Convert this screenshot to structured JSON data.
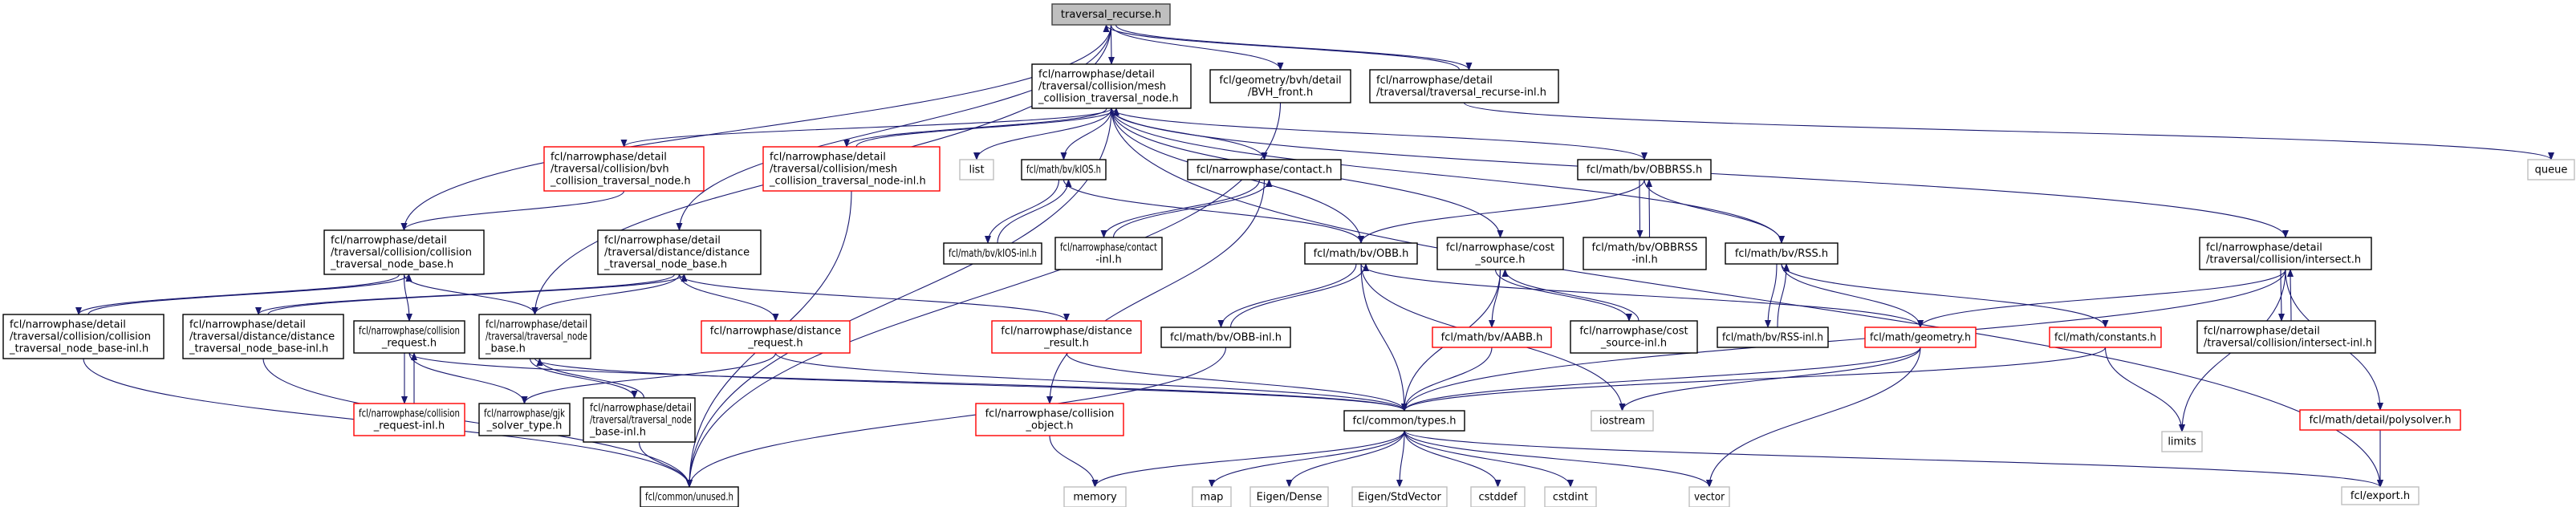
{
  "title": "traversal_recurse.h include dependency graph",
  "colors": {
    "edge": "#191970",
    "root_fill": "#bfbfbf",
    "missing_doc_border": "#ff0000",
    "external_border": "#bfbfbf"
  },
  "nodes": [
    {
      "id": "root",
      "lines": [
        "traversal_recurse.h"
      ],
      "style": "root"
    },
    {
      "id": "mesh",
      "lines": [
        "fcl/narrowphase/detail",
        "/traversal/collision/mesh",
        "_collision_traversal_node.h"
      ],
      "style": "normal",
      "align": "left"
    },
    {
      "id": "bvhfront",
      "lines": [
        "fcl/geometry/bvh/detail",
        "/BVH_front.h"
      ],
      "style": "normal"
    },
    {
      "id": "recinl",
      "lines": [
        "fcl/narrowphase/detail",
        "/traversal/traversal_recurse-inl.h"
      ],
      "style": "normal",
      "align": "left"
    },
    {
      "id": "bvh",
      "lines": [
        "fcl/narrowphase/detail",
        "/traversal/collision/bvh",
        "_collision_traversal_node.h"
      ],
      "style": "red",
      "align": "left"
    },
    {
      "id": "meshinl",
      "lines": [
        "fcl/narrowphase/detail",
        "/traversal/collision/mesh",
        "_collision_traversal_node-inl.h"
      ],
      "style": "red",
      "align": "left"
    },
    {
      "id": "list",
      "lines": [
        "list"
      ],
      "style": "grey"
    },
    {
      "id": "kios",
      "lines": [
        "fcl/math/bv/kIOS.h"
      ],
      "style": "normal"
    },
    {
      "id": "contact",
      "lines": [
        "fcl/narrowphase/contact.h"
      ],
      "style": "normal"
    },
    {
      "id": "obbrss",
      "lines": [
        "fcl/math/bv/OBBRSS.h"
      ],
      "style": "normal"
    },
    {
      "id": "queue",
      "lines": [
        "queue"
      ],
      "style": "grey"
    },
    {
      "id": "ctnb",
      "lines": [
        "fcl/narrowphase/detail",
        "/traversal/collision/collision",
        "_traversal_node_base.h"
      ],
      "style": "normal",
      "align": "left"
    },
    {
      "id": "dtnb",
      "lines": [
        "fcl/narrowphase/detail",
        "/traversal/distance/distance",
        "_traversal_node_base.h"
      ],
      "style": "normal",
      "align": "left"
    },
    {
      "id": "kiosinl",
      "lines": [
        "fcl/math/bv/kIOS-inl.h"
      ],
      "style": "normal"
    },
    {
      "id": "contactinl",
      "lines": [
        "fcl/narrowphase/contact",
        "-inl.h"
      ],
      "style": "normal"
    },
    {
      "id": "obb",
      "lines": [
        "fcl/math/bv/OBB.h"
      ],
      "style": "normal"
    },
    {
      "id": "cost",
      "lines": [
        "fcl/narrowphase/cost",
        "_source.h"
      ],
      "style": "normal"
    },
    {
      "id": "obbrssinl",
      "lines": [
        "fcl/math/bv/OBBRSS",
        "-inl.h"
      ],
      "style": "normal"
    },
    {
      "id": "rss",
      "lines": [
        "fcl/math/bv/RSS.h"
      ],
      "style": "normal"
    },
    {
      "id": "intersect",
      "lines": [
        "fcl/narrowphase/detail",
        "/traversal/collision/intersect.h"
      ],
      "style": "normal",
      "align": "left"
    },
    {
      "id": "ctnbinl",
      "lines": [
        "fcl/narrowphase/detail",
        "/traversal/collision/collision",
        "_traversal_node_base-inl.h"
      ],
      "style": "normal",
      "align": "left"
    },
    {
      "id": "dtnbinl",
      "lines": [
        "fcl/narrowphase/detail",
        "/traversal/distance/distance",
        "_traversal_node_base-inl.h"
      ],
      "style": "normal",
      "align": "left"
    },
    {
      "id": "creq",
      "lines": [
        "fcl/narrowphase/collision",
        "_request.h"
      ],
      "style": "normal"
    },
    {
      "id": "tnb",
      "lines": [
        "fcl/narrowphase/detail",
        "/traversal/traversal_node",
        "_base.h"
      ],
      "style": "normal",
      "align": "left"
    },
    {
      "id": "dreq",
      "lines": [
        "fcl/narrowphase/distance",
        "_request.h"
      ],
      "style": "red"
    },
    {
      "id": "dres",
      "lines": [
        "fcl/narrowphase/distance",
        "_result.h"
      ],
      "style": "red"
    },
    {
      "id": "obbinl",
      "lines": [
        "fcl/math/bv/OBB-inl.h"
      ],
      "style": "normal"
    },
    {
      "id": "aabb",
      "lines": [
        "fcl/math/bv/AABB.h"
      ],
      "style": "red"
    },
    {
      "id": "costinl",
      "lines": [
        "fcl/narrowphase/cost",
        "_source-inl.h"
      ],
      "style": "normal"
    },
    {
      "id": "rssinl",
      "lines": [
        "fcl/math/bv/RSS-inl.h"
      ],
      "style": "normal"
    },
    {
      "id": "geometry",
      "lines": [
        "fcl/math/geometry.h"
      ],
      "style": "red"
    },
    {
      "id": "constants",
      "lines": [
        "fcl/math/constants.h"
      ],
      "style": "red"
    },
    {
      "id": "intersectinl",
      "lines": [
        "fcl/narrowphase/detail",
        "/traversal/collision/intersect-inl.h"
      ],
      "style": "normal",
      "align": "left"
    },
    {
      "id": "creqinl",
      "lines": [
        "fcl/narrowphase/collision",
        "_request-inl.h"
      ],
      "style": "red"
    },
    {
      "id": "gjk",
      "lines": [
        "fcl/narrowphase/gjk",
        "_solver_type.h"
      ],
      "style": "normal"
    },
    {
      "id": "tnbinl",
      "lines": [
        "fcl/narrowphase/detail",
        "/traversal/traversal_node",
        "_base-inl.h"
      ],
      "style": "normal",
      "align": "left"
    },
    {
      "id": "cobj",
      "lines": [
        "fcl/narrowphase/collision",
        "_object.h"
      ],
      "style": "red"
    },
    {
      "id": "types",
      "lines": [
        "fcl/common/types.h"
      ],
      "style": "normal"
    },
    {
      "id": "iostream",
      "lines": [
        "iostream"
      ],
      "style": "grey"
    },
    {
      "id": "limits",
      "lines": [
        "limits"
      ],
      "style": "grey"
    },
    {
      "id": "polysolver",
      "lines": [
        "fcl/math/detail/polysolver.h"
      ],
      "style": "red"
    },
    {
      "id": "unused",
      "lines": [
        "fcl/common/unused.h"
      ],
      "style": "normal"
    },
    {
      "id": "memory",
      "lines": [
        "memory"
      ],
      "style": "grey"
    },
    {
      "id": "map",
      "lines": [
        "map"
      ],
      "style": "grey"
    },
    {
      "id": "eigendense",
      "lines": [
        "Eigen/Dense"
      ],
      "style": "grey"
    },
    {
      "id": "eigenstd",
      "lines": [
        "Eigen/StdVector"
      ],
      "style": "grey"
    },
    {
      "id": "cstddef",
      "lines": [
        "cstddef"
      ],
      "style": "grey"
    },
    {
      "id": "cstdint",
      "lines": [
        "cstdint"
      ],
      "style": "grey"
    },
    {
      "id": "vector",
      "lines": [
        "vector"
      ],
      "style": "grey"
    },
    {
      "id": "export",
      "lines": [
        "fcl/export.h"
      ],
      "style": "grey"
    }
  ],
  "edges": [
    [
      "root",
      "mesh"
    ],
    [
      "root",
      "bvhfront"
    ],
    [
      "root",
      "recinl"
    ],
    [
      "recinl",
      "root"
    ],
    [
      "root",
      "ctnb"
    ],
    [
      "root",
      "dtnb"
    ],
    [
      "root",
      "tnb"
    ],
    [
      "mesh",
      "bvh"
    ],
    [
      "mesh",
      "meshinl"
    ],
    [
      "meshinl",
      "mesh"
    ],
    [
      "mesh",
      "list"
    ],
    [
      "mesh",
      "kios"
    ],
    [
      "mesh",
      "contact"
    ],
    [
      "mesh",
      "obbrss"
    ],
    [
      "mesh",
      "obb"
    ],
    [
      "mesh",
      "cost"
    ],
    [
      "mesh",
      "rss"
    ],
    [
      "mesh",
      "intersect"
    ],
    [
      "mesh",
      "unused"
    ],
    [
      "mesh",
      "export"
    ],
    [
      "recinl",
      "queue"
    ],
    [
      "bvhfront",
      "unused"
    ],
    [
      "bvh",
      "ctnb"
    ],
    [
      "meshinl",
      "unused"
    ],
    [
      "ctnb",
      "ctnbinl"
    ],
    [
      "ctnbinl",
      "ctnb"
    ],
    [
      "ctnb",
      "creq"
    ],
    [
      "ctnb",
      "tnb"
    ],
    [
      "dtnb",
      "dtnbinl"
    ],
    [
      "dtnbinl",
      "dtnb"
    ],
    [
      "dtnb",
      "tnb"
    ],
    [
      "dtnb",
      "dreq"
    ],
    [
      "dtnb",
      "dres"
    ],
    [
      "kios",
      "kiosinl"
    ],
    [
      "kiosinl",
      "kios"
    ],
    [
      "kios",
      "obb"
    ],
    [
      "contact",
      "contactinl"
    ],
    [
      "contactinl",
      "contact"
    ],
    [
      "contact",
      "cobj"
    ],
    [
      "obbrss",
      "obbrssinl"
    ],
    [
      "obbrssinl",
      "obbrss"
    ],
    [
      "obbrss",
      "obb"
    ],
    [
      "obbrss",
      "rss"
    ],
    [
      "obb",
      "obbinl"
    ],
    [
      "obbinl",
      "obb"
    ],
    [
      "obb",
      "types"
    ],
    [
      "obb",
      "iostream"
    ],
    [
      "obb",
      "geometry"
    ],
    [
      "cost",
      "aabb"
    ],
    [
      "cost",
      "costinl"
    ],
    [
      "costinl",
      "cost"
    ],
    [
      "cost",
      "types"
    ],
    [
      "rss",
      "rssinl"
    ],
    [
      "rssinl",
      "rss"
    ],
    [
      "rss",
      "geometry"
    ],
    [
      "rss",
      "constants"
    ],
    [
      "intersect",
      "intersectinl"
    ],
    [
      "intersectinl",
      "intersect"
    ],
    [
      "intersect",
      "geometry"
    ],
    [
      "intersect",
      "types"
    ],
    [
      "intersect",
      "limits"
    ],
    [
      "intersect",
      "polysolver"
    ],
    [
      "ctnbinl",
      "unused"
    ],
    [
      "dtnbinl",
      "unused"
    ],
    [
      "creq",
      "creqinl"
    ],
    [
      "creqinl",
      "creq"
    ],
    [
      "creq",
      "gjk"
    ],
    [
      "creq",
      "types"
    ],
    [
      "tnb",
      "tnbinl"
    ],
    [
      "tnbinl",
      "tnb"
    ],
    [
      "tnb",
      "types"
    ],
    [
      "dreq",
      "gjk"
    ],
    [
      "dreq",
      "types"
    ],
    [
      "dres",
      "types"
    ],
    [
      "obbinl",
      "unused"
    ],
    [
      "aabb",
      "types"
    ],
    [
      "geometry",
      "types"
    ],
    [
      "geometry",
      "iostream"
    ],
    [
      "geometry",
      "vector"
    ],
    [
      "constants",
      "types"
    ],
    [
      "constants",
      "limits"
    ],
    [
      "tnbinl",
      "unused"
    ],
    [
      "cobj",
      "memory"
    ],
    [
      "polysolver",
      "export"
    ],
    [
      "types",
      "memory"
    ],
    [
      "types",
      "map"
    ],
    [
      "types",
      "eigendense"
    ],
    [
      "types",
      "eigenstd"
    ],
    [
      "types",
      "cstddef"
    ],
    [
      "types",
      "cstdint"
    ],
    [
      "types",
      "vector"
    ],
    [
      "types",
      "export"
    ]
  ]
}
